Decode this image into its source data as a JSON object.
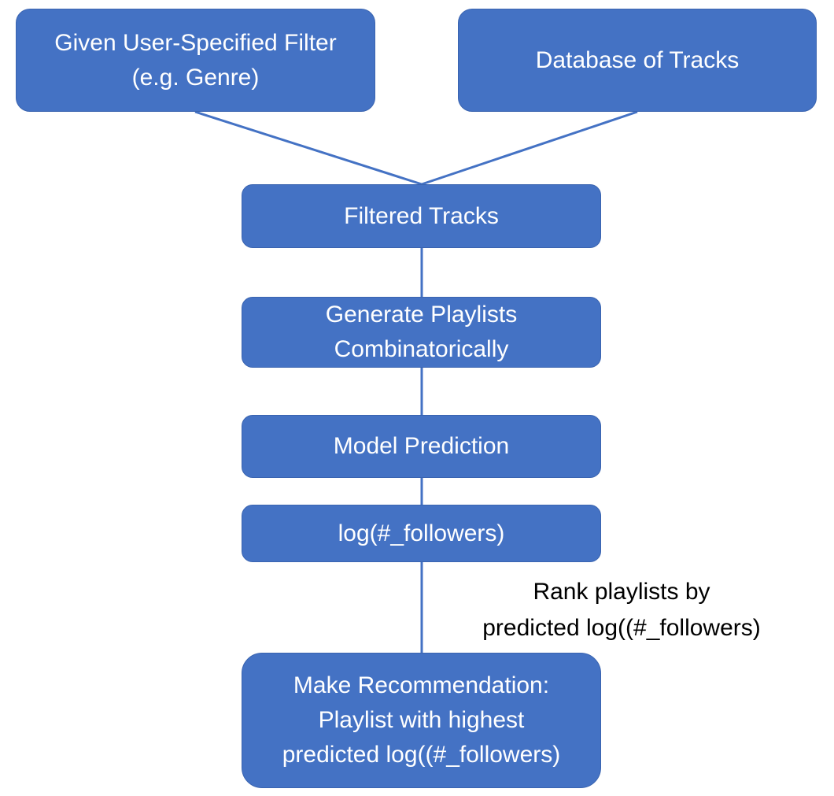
{
  "nodes": {
    "user_filter": {
      "lines": [
        "Given User-Specified Filter",
        "(e.g. Genre)"
      ]
    },
    "database": {
      "lines": [
        "Database of Tracks"
      ]
    },
    "filtered_tracks": {
      "lines": [
        "Filtered Tracks"
      ]
    },
    "generate_playlists": {
      "lines": [
        "Generate Playlists",
        "Combinatorically"
      ]
    },
    "model_prediction": {
      "lines": [
        "Model Prediction"
      ]
    },
    "log_followers": {
      "lines": [
        "log(#_followers)"
      ]
    },
    "recommendation": {
      "lines": [
        "Make Recommendation:",
        "Playlist with highest",
        "predicted log((#_followers)"
      ]
    }
  },
  "edges": [
    {
      "from": "user_filter",
      "to": "filtered_tracks"
    },
    {
      "from": "database",
      "to": "filtered_tracks"
    },
    {
      "from": "filtered_tracks",
      "to": "generate_playlists"
    },
    {
      "from": "generate_playlists",
      "to": "model_prediction"
    },
    {
      "from": "model_prediction",
      "to": "log_followers"
    },
    {
      "from": "log_followers",
      "to": "recommendation",
      "label_lines": [
        "Rank playlists by",
        "predicted log((#_followers)"
      ]
    }
  ],
  "colors": {
    "node_fill": "#4472C4",
    "node_text": "#FFFFFF",
    "connector": "#4472C4",
    "annotation_text": "#000000"
  }
}
